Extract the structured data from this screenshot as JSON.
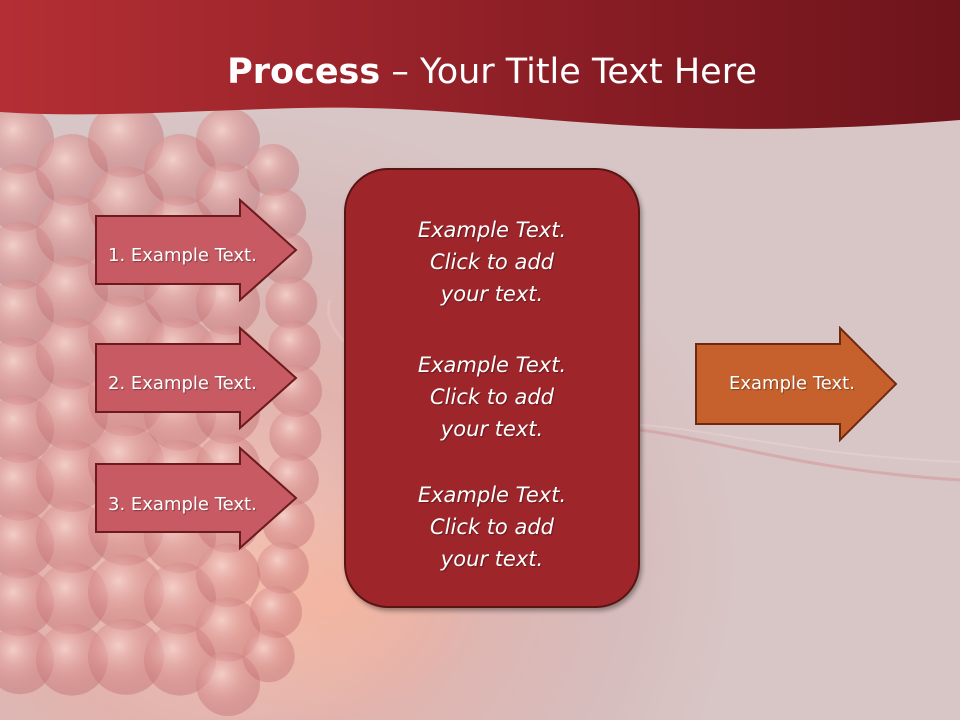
{
  "slide": {
    "title_bold": "Process",
    "title_rest": " – Your Title Text Here"
  },
  "left_arrows": [
    {
      "label": "1. Example Text."
    },
    {
      "label": "2. Example Text."
    },
    {
      "label": "3. Example Text."
    }
  ],
  "center_box": {
    "blocks": [
      {
        "lines": [
          "Example Text.",
          "Click  to add",
          "your text."
        ]
      },
      {
        "lines": [
          "Example Text.",
          "Click  to add",
          "your text."
        ]
      },
      {
        "lines": [
          "Example Text.",
          "Click  to add",
          "your text."
        ]
      }
    ]
  },
  "right_arrow": {
    "label": "Example Text."
  },
  "colors": {
    "header": "#8e1f26",
    "left_arrow_fill": "#c85a63",
    "center_box_fill": "#9e262b",
    "right_arrow_fill": "#c6602c"
  }
}
